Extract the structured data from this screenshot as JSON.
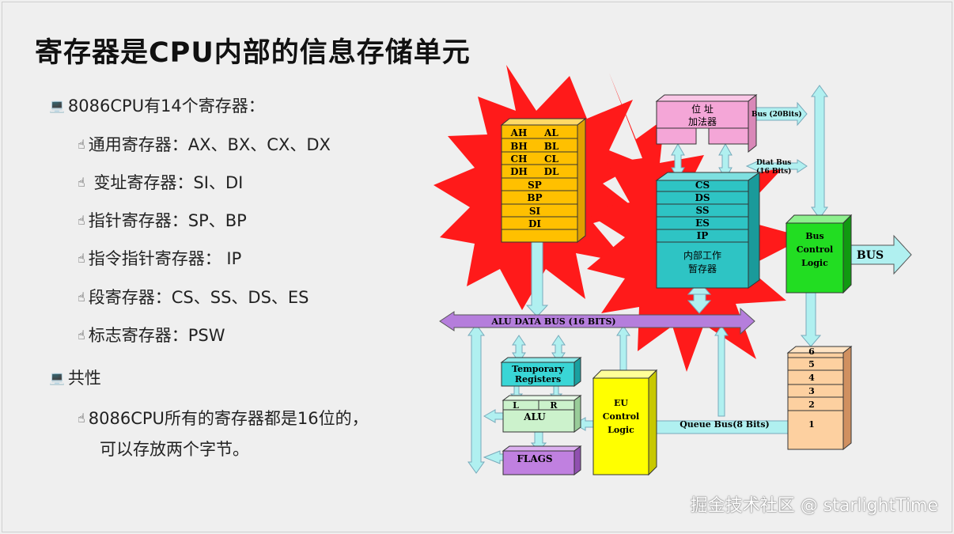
{
  "title": "寄存器是CPU内部的信息存储单元",
  "bullets": {
    "main1": "8086CPU有14个寄存器：",
    "items": [
      "通用寄存器：AX、BX、CX、DX",
      " 变址寄存器：SI、DI",
      "指针寄存器：SP、BP",
      "指令指针寄存器： IP",
      "段寄存器：CS、SS、DS、ES",
      "标志寄存器：PSW"
    ],
    "main2": "共性",
    "sub1": "8086CPU所有的寄存器都是16位的，",
    "sub2": "可以存放两个字节。"
  },
  "icons": {
    "level1": "laptop-icon",
    "level2": "pointing-hand-icon"
  },
  "diagram": {
    "gp_rows": [
      [
        "AH",
        "AL"
      ],
      [
        "BH",
        "BL"
      ],
      [
        "CH",
        "CL"
      ],
      [
        "DH",
        "DL"
      ]
    ],
    "pointer_rows": [
      "SP",
      "BP",
      "SI",
      "DI"
    ],
    "adder_line1": "位  址",
    "adder_line2": "加法器",
    "bus20": "Bus (20Bits)",
    "dtat_line1": "Dtat Bus",
    "dtat_line2": "(16 Bits)",
    "seg_rows": [
      "CS",
      "DS",
      "SS",
      "ES",
      "IP"
    ],
    "internal_line1": "内部工作",
    "internal_line2": "暂存器",
    "bcl_line1": "Bus",
    "bcl_line2": "Control",
    "bcl_line3": "Logic",
    "bus": "BUS",
    "alu_bus": "ALU DATA BUS (16 BITS)",
    "temp_line1": "Temporary",
    "temp_line2": "Registers",
    "alu_l": "L",
    "alu_r": "R",
    "alu": "ALU",
    "flags": "FLAGS",
    "eu_line1": "EU",
    "eu_line2": "Control",
    "eu_line3": "Logic",
    "queue_bus": "Queue  Bus(8 Bits)",
    "queue": [
      "6",
      "5",
      "4",
      "3",
      "2",
      "1"
    ]
  },
  "colors": {
    "starburst": "#ff1a1a",
    "gp_regs": "#ffc000",
    "adder": "#f4a6d7",
    "segment_regs": "#2ec4c4",
    "bus_control": "#22dd22",
    "alu_bus": "#b57edc",
    "temp_regs": "#39d6d6",
    "alu": "#ccf2cc",
    "flags": "#c080e0",
    "eu_control": "#ffff00",
    "queue": "#fdd0a0",
    "arrows": "#b0f0f0"
  },
  "watermark": "掘金技术社区 @ starlightTime"
}
